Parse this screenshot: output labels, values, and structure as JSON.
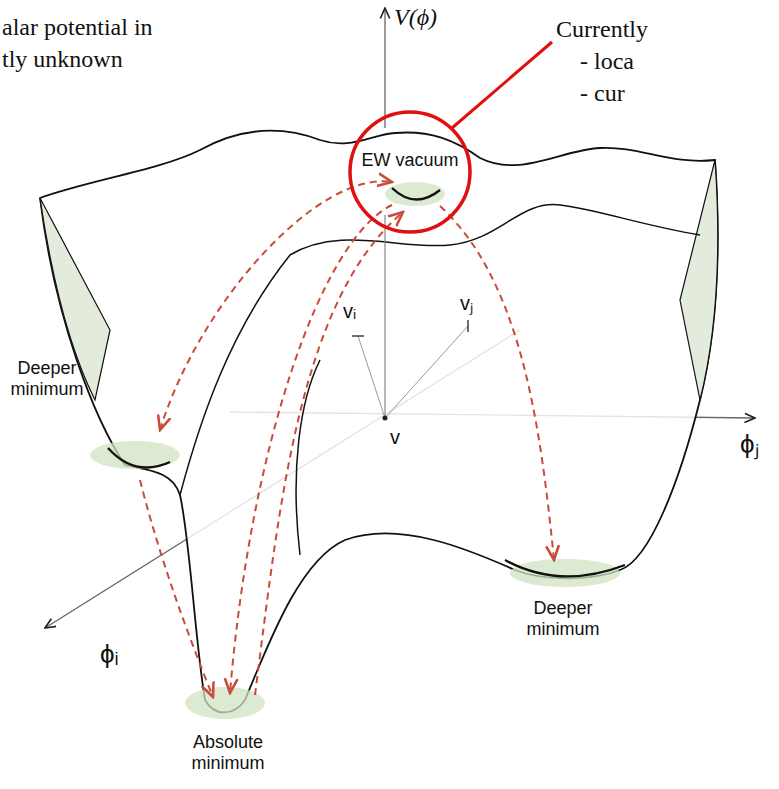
{
  "diagram": {
    "labels": [
      "alar potential in",
      "tly unknown",
      "V(ϕ)",
      "Currently",
      "- loca",
      "- cur",
      "EW vacuum",
      "Deeper minimum",
      "vᵢ",
      "vⱼ",
      "v",
      "ϕᵢ",
      "ϕⱼ",
      "Deeper minimum",
      "Absolute minimum"
    ]
  }
}
